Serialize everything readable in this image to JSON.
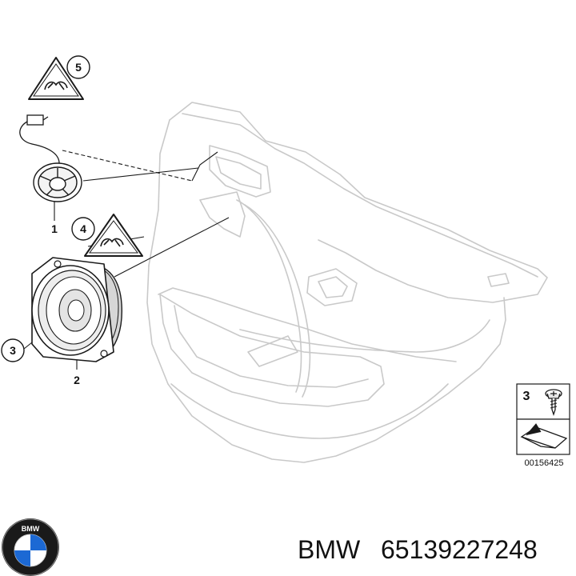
{
  "callouts": {
    "warning_top": "5",
    "warning_mid": "4",
    "speaker_mount": "3"
  },
  "part_labels": {
    "tweeter": "1",
    "woofer": "2"
  },
  "legend": {
    "screw_number": "3",
    "diagram_id": "00156425"
  },
  "footer": {
    "brand": "BMW",
    "part_number": "65139227248",
    "logo_letters": "BMW"
  },
  "colors": {
    "door_line": "#c9c9c9",
    "part_line": "#1a1a1a",
    "text": "#111111",
    "logo_blue": "#1c69d4"
  },
  "icons": [
    "warning-triangle-icon",
    "screw-icon",
    "direction-arrow-icon",
    "bmw-roundel-logo"
  ]
}
